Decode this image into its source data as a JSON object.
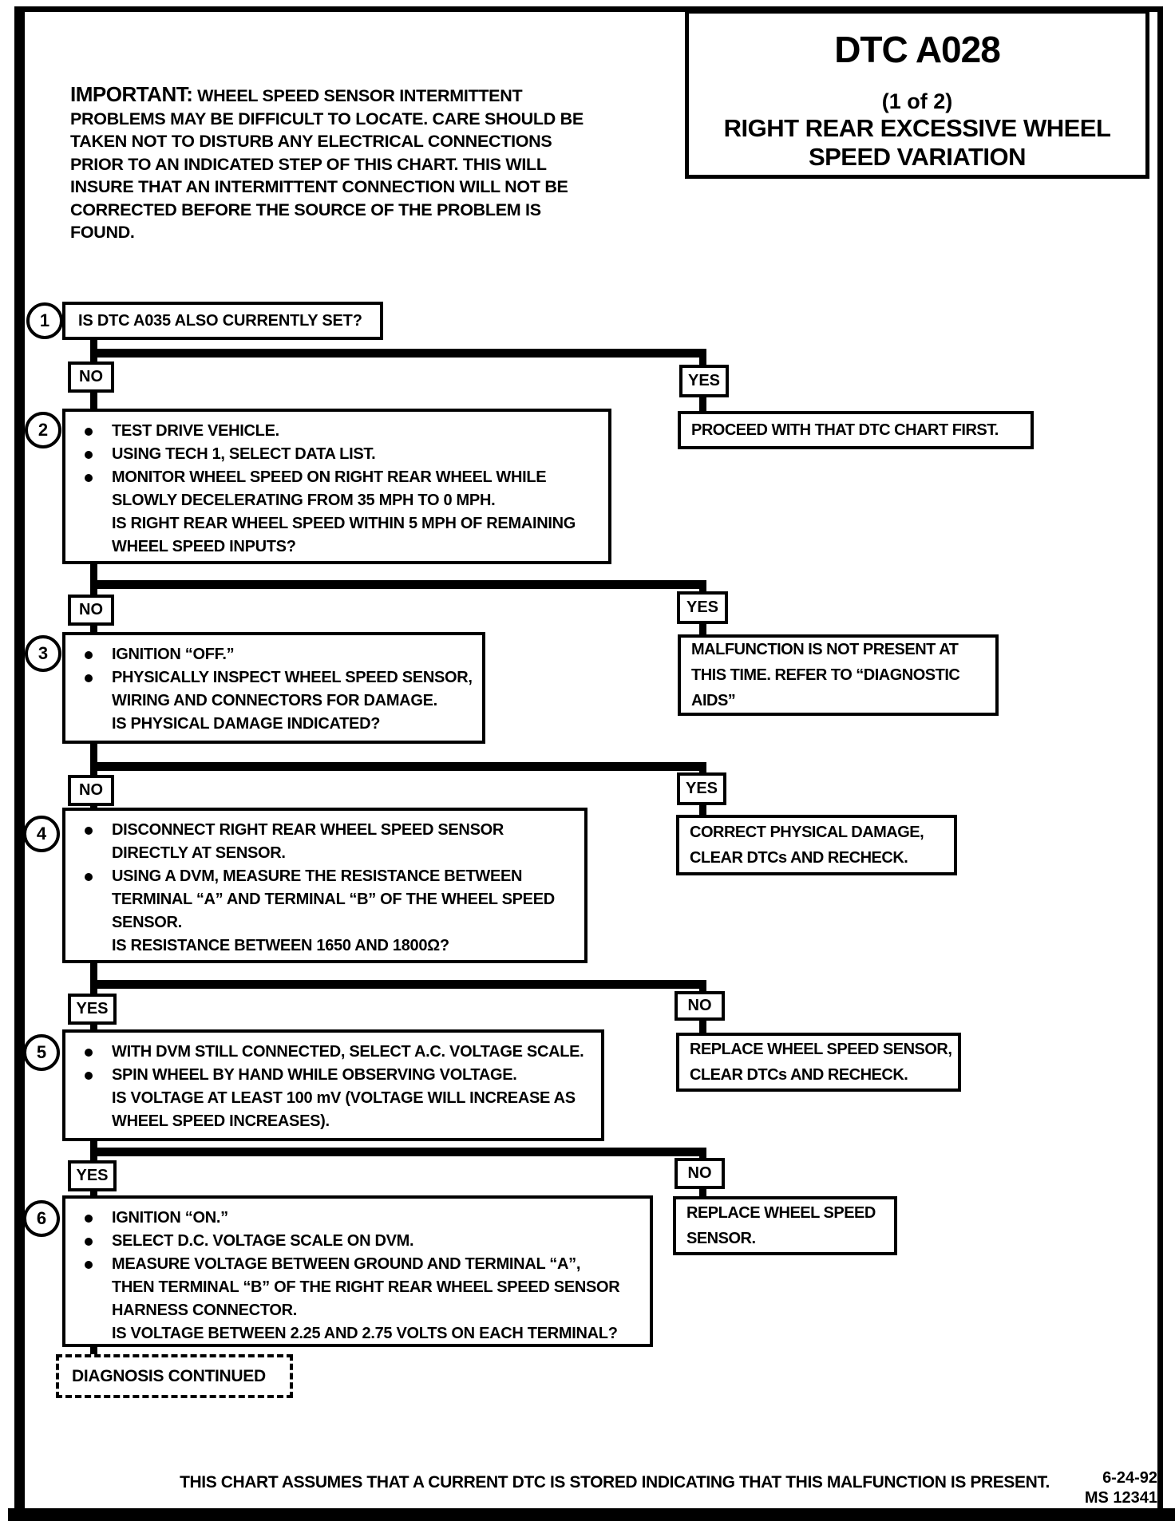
{
  "colors": {
    "ink": "#000000",
    "paper": "#ffffff"
  },
  "header": {
    "title_code": "DTC A028",
    "title_part": "(1 of 2)",
    "title_name": "RIGHT REAR EXCESSIVE WHEEL SPEED VARIATION",
    "important_label": "IMPORTANT:",
    "important_text": "WHEEL SPEED SENSOR INTERMITTENT PROBLEMS MAY BE DIFFICULT TO LOCATE.  CARE SHOULD BE TAKEN NOT TO DISTURB ANY ELECTRICAL CONNECTIONS PRIOR TO AN INDICATED STEP OF THIS CHART.  THIS WILL INSURE THAT AN INTERMITTENT CONNECTION WILL NOT BE CORRECTED BEFORE THE SOURCE OF THE PROBLEM IS FOUND."
  },
  "flowchart": {
    "steps": [
      {
        "number": "1",
        "question": "IS DTC A035 ALSO CURRENTLY SET?",
        "left_label": "NO",
        "right_label": "YES",
        "right_result": [
          "PROCEED WITH THAT DTC CHART FIRST."
        ]
      },
      {
        "number": "2",
        "lines": [
          {
            "b": 1,
            "t": "TEST DRIVE VEHICLE."
          },
          {
            "b": 1,
            "t": "USING TECH 1, SELECT DATA LIST."
          },
          {
            "b": 1,
            "t": "MONITOR WHEEL SPEED ON RIGHT REAR WHEEL WHILE"
          },
          {
            "b": 0,
            "t": "SLOWLY DECELERATING FROM 35 MPH TO 0 MPH."
          },
          {
            "b": 0,
            "t": "IS RIGHT REAR WHEEL SPEED WITHIN 5 MPH OF REMAINING"
          },
          {
            "b": 0,
            "t": "WHEEL SPEED INPUTS?"
          }
        ],
        "left_label": "NO",
        "right_label": "YES",
        "right_result": [
          "MALFUNCTION IS NOT PRESENT AT",
          "THIS TIME.  REFER TO “DIAGNOSTIC",
          "AIDS”"
        ]
      },
      {
        "number": "3",
        "lines": [
          {
            "b": 1,
            "t": "IGNITION “OFF.”"
          },
          {
            "b": 1,
            "t": "PHYSICALLY INSPECT WHEEL SPEED SENSOR,"
          },
          {
            "b": 0,
            "t": "WIRING AND CONNECTORS FOR DAMAGE."
          },
          {
            "b": 0,
            "t": "IS PHYSICAL DAMAGE INDICATED?"
          }
        ],
        "left_label": "NO",
        "right_label": "YES",
        "right_result": [
          "CORRECT PHYSICAL DAMAGE,",
          "CLEAR DTCs AND RECHECK."
        ]
      },
      {
        "number": "4",
        "lines": [
          {
            "b": 1,
            "t": "DISCONNECT RIGHT REAR WHEEL SPEED SENSOR"
          },
          {
            "b": 0,
            "t": "DIRECTLY AT SENSOR."
          },
          {
            "b": 1,
            "t": "USING A DVM, MEASURE THE RESISTANCE BETWEEN"
          },
          {
            "b": 0,
            "t": "TERMINAL “A” AND TERMINAL “B” OF THE WHEEL SPEED"
          },
          {
            "b": 0,
            "t": "SENSOR."
          },
          {
            "b": 0,
            "t": "IS RESISTANCE BETWEEN 1650 AND 1800Ω?"
          }
        ],
        "left_label": "YES",
        "right_label": "NO",
        "right_result": [
          "REPLACE WHEEL SPEED SENSOR,",
          "CLEAR DTCs AND RECHECK."
        ]
      },
      {
        "number": "5",
        "lines": [
          {
            "b": 1,
            "t": "WITH DVM STILL CONNECTED, SELECT A.C. VOLTAGE SCALE."
          },
          {
            "b": 1,
            "t": "SPIN WHEEL BY HAND WHILE OBSERVING VOLTAGE."
          },
          {
            "b": 0,
            "t": "IS VOLTAGE AT LEAST 100 mV (VOLTAGE WILL INCREASE AS"
          },
          {
            "b": 0,
            "t": "WHEEL SPEED INCREASES)."
          }
        ],
        "left_label": "YES",
        "right_label": "NO",
        "right_result": [
          "REPLACE WHEEL SPEED",
          "SENSOR."
        ]
      },
      {
        "number": "6",
        "lines": [
          {
            "b": 1,
            "t": "IGNITION “ON.”"
          },
          {
            "b": 1,
            "t": "SELECT D.C. VOLTAGE SCALE ON DVM."
          },
          {
            "b": 1,
            "t": "MEASURE VOLTAGE BETWEEN GROUND AND TERMINAL “A”,"
          },
          {
            "b": 0,
            "t": "THEN TERMINAL “B” OF THE RIGHT REAR WHEEL SPEED SENSOR"
          },
          {
            "b": 0,
            "t": "HARNESS CONNECTOR."
          },
          {
            "b": 0,
            "t": "IS VOLTAGE BETWEEN 2.25 AND 2.75 VOLTS ON EACH TERMINAL?"
          }
        ],
        "continue_label": "DIAGNOSIS CONTINUED"
      }
    ]
  },
  "footer": {
    "note": "THIS CHART ASSUMES THAT A CURRENT DTC IS STORED INDICATING THAT THIS MALFUNCTION IS PRESENT.",
    "date": "6-24-92",
    "doc_id": "MS 12341"
  }
}
